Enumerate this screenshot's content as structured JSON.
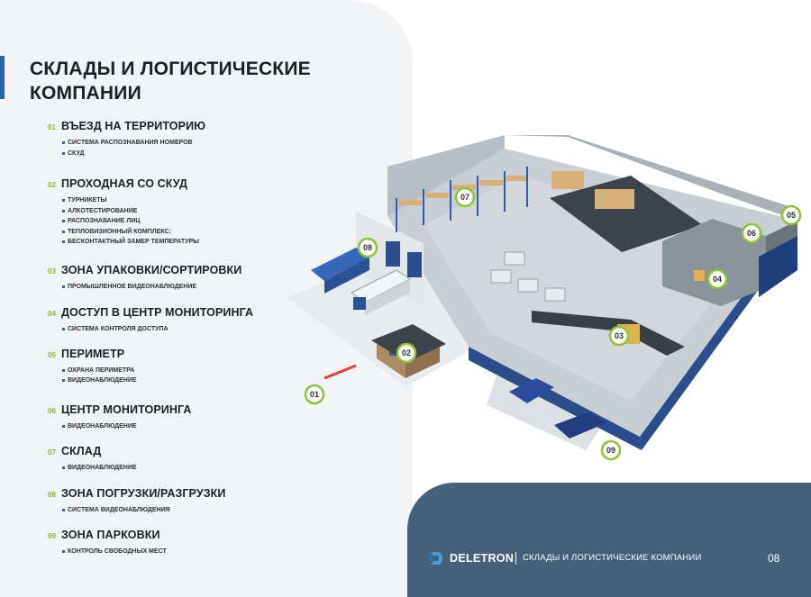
{
  "title": "СКЛАДЫ И ЛОГИСТИЧЕСКИЕ КОМПАНИИ",
  "sections": [
    {
      "num": "01",
      "title": "ВЪЕЗД НА ТЕРРИТОРИЮ",
      "items": [
        "СИСТЕМА РАСПОЗНАВАНИЯ НОМЕРОВ",
        "СКУД"
      ]
    },
    {
      "num": "02",
      "title": "ПРОХОДНАЯ СО СКУД",
      "items": [
        "ТУРНИКЕТЫ",
        "АЛКОТЕСТИРОВАНИЕ",
        "РАСПОЗНАВАНИЕ ЛИЦ",
        "ТЕПЛОВИЗИОННЫЙ КОМПЛЕКС:",
        "БЕСКОНТАКТНЫЙ ЗАМЕР ТЕМПЕРАТУРЫ"
      ]
    },
    {
      "num": "03",
      "title": "ЗОНА УПАКОВКИ/СОРТИРОВКИ",
      "items": [
        "ПРОМЫШЛЕННОЕ ВИДЕОНАБЛЮДЕНИЕ"
      ]
    },
    {
      "num": "04",
      "title": "ДОСТУП В ЦЕНТР МОНИТОРИНГА",
      "items": [
        "СИСТЕМА КОНТРОЛЯ ДОСТУПА"
      ]
    },
    {
      "num": "05",
      "title": "ПЕРИМЕТР",
      "items": [
        "ОХРАНА ПЕРИМЕТРА",
        "ВИДЕОНАБЛЮДЕНИЕ"
      ]
    },
    {
      "num": "06",
      "title": "ЦЕНТР МОНИТОРИНГА",
      "items": [
        "ВИДЕОНАБЛЮДЕНИЕ"
      ]
    },
    {
      "num": "07",
      "title": "СКЛАД",
      "items": [
        "ВИДЕОНАБЛЮДЕНИЕ"
      ]
    },
    {
      "num": "08",
      "title": "ЗОНА ПОГРУЗКИ/РАЗГРУЗКИ",
      "items": [
        "СИСТЕМА ВИДЕОНАБЛЮДЕНИЯ"
      ]
    },
    {
      "num": "09",
      "title": "ЗОНА ПАРКОВКИ",
      "items": [
        "КОНТРОЛЬ СВОБОДНЫХ МЕСТ"
      ]
    }
  ],
  "markers": [
    "01",
    "02",
    "03",
    "04",
    "05",
    "06",
    "07",
    "08",
    "09"
  ],
  "footer": {
    "brand": "DELETRON",
    "caption": "СКЛАДЫ И ЛОГИСТИЧЕСКИЕ КОМПАНИИ",
    "page": "08"
  },
  "colors": {
    "accent": "#2c64a8",
    "number_green": "#8fb131",
    "footer_bg": "#46607a",
    "panel_bg": "#f2f3f5"
  }
}
